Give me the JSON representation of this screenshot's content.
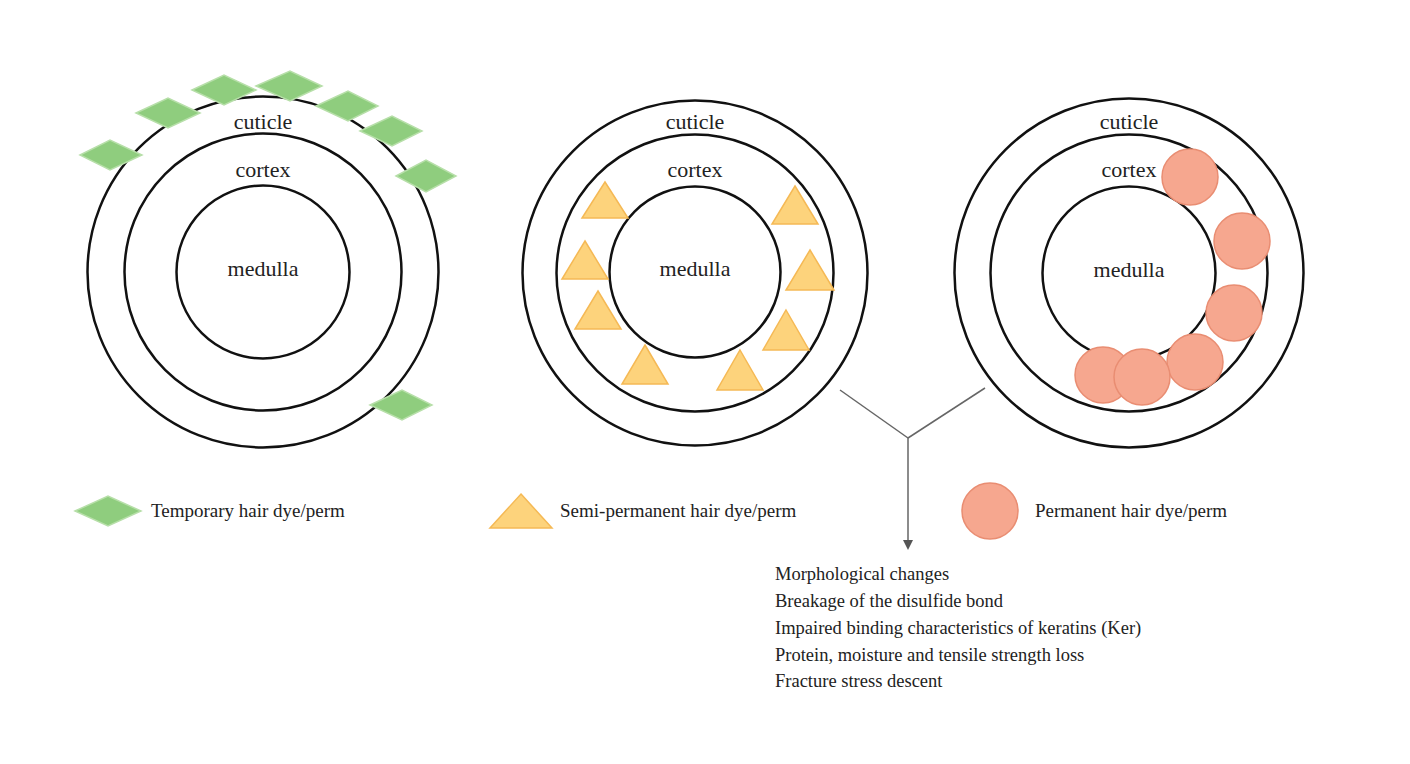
{
  "diagram": {
    "nodes": [
      {
        "text": [
          "cuticle"
        ]
      },
      {
        "text": [
          "cortex"
        ],
        "in": 0
      },
      {
        "text": [
          "medulla"
        ],
        "in": 1
      },
      {
        "text": [
          "cuticle"
        ]
      },
      {
        "text": [
          "cortex"
        ],
        "in": 3
      },
      {
        "text": [
          "medulla"
        ],
        "in": 4
      },
      {
        "text": [
          "cuticle"
        ]
      },
      {
        "text": [
          "cortex"
        ],
        "in": 6
      },
      {
        "text": [
          "medulla"
        ],
        "in": 7
      }
    ],
    "labels": [
      "Morphological changes",
      "Breakage of the disulfide bond",
      "Impaired binding characteristics of keratins (Ker)",
      "Protein, moisture and tensile strength loss",
      "Fracture stress descent"
    ],
    "legend": [
      {
        "text": "Temporary hair dye/perm"
      },
      {
        "text": "Semi-permanent hair dye/perm"
      },
      {
        "text": "Permanent hair dye/perm"
      }
    ]
  }
}
